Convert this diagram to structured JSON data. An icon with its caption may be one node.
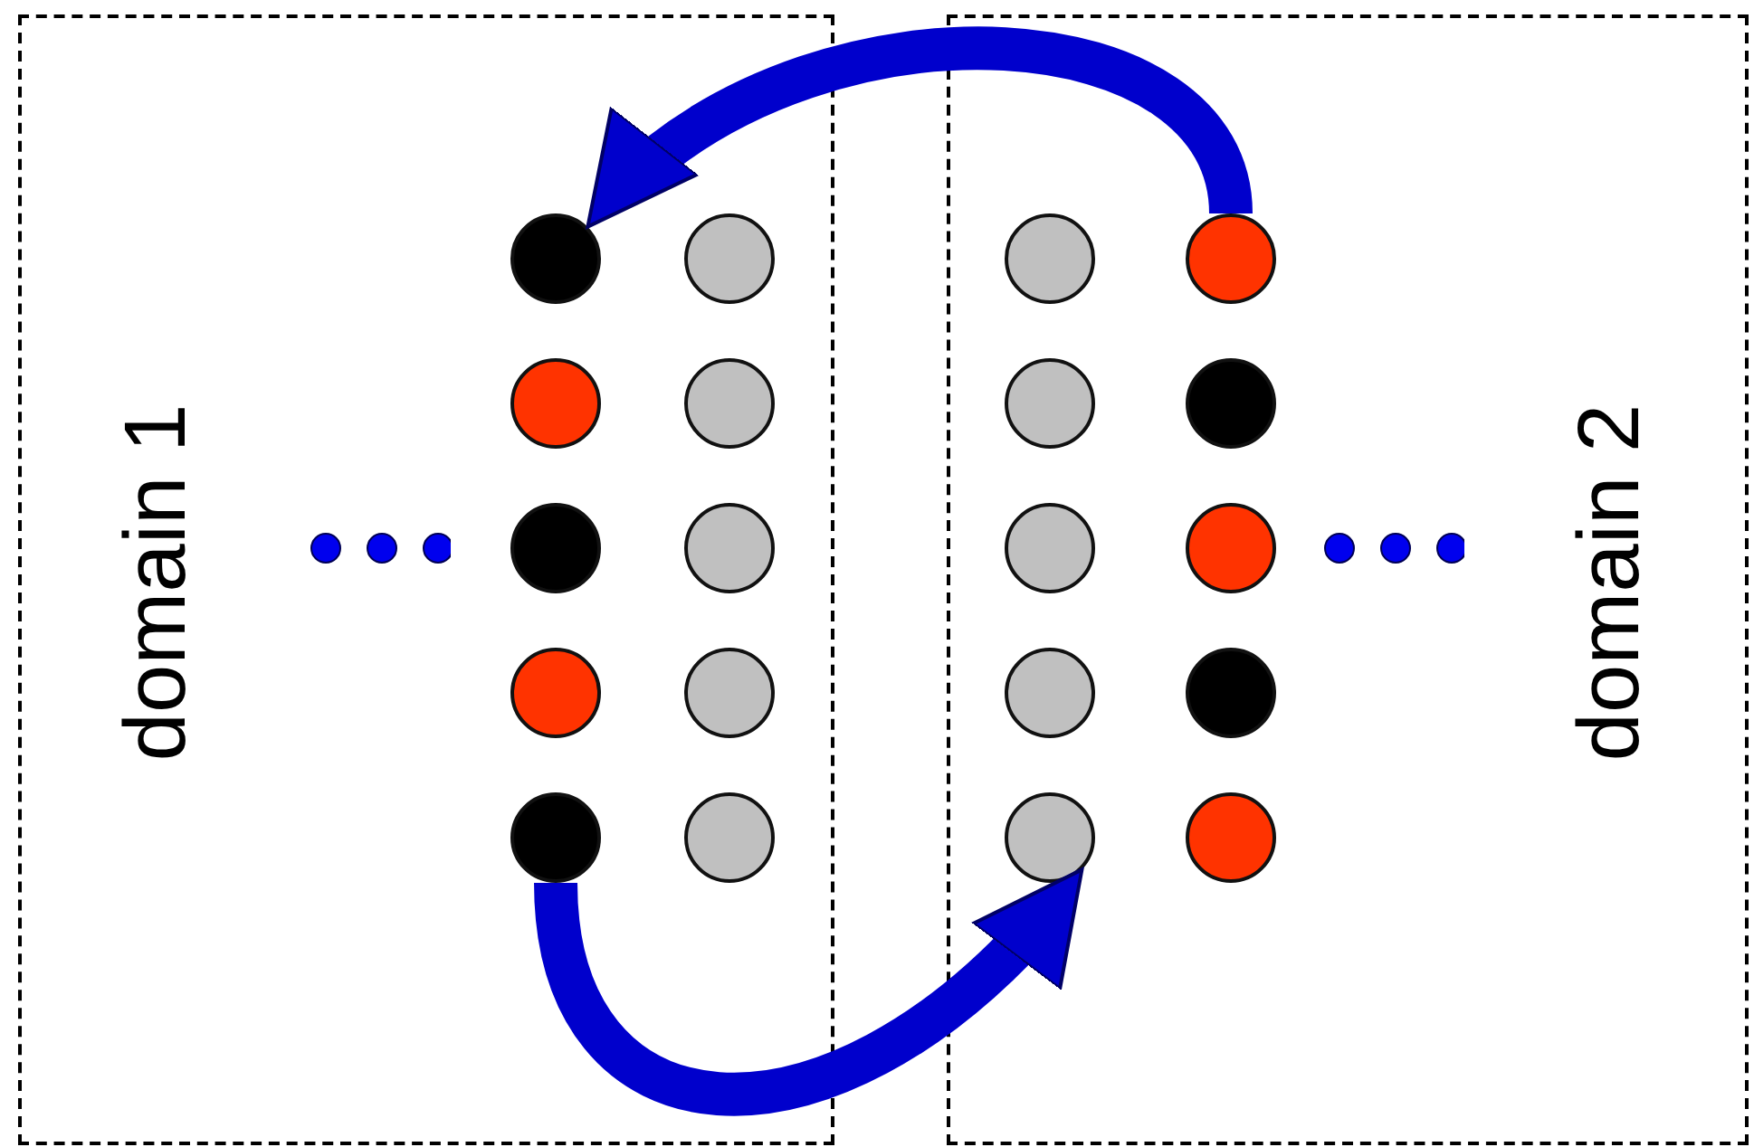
{
  "diagram": {
    "nodes": [
      {
        "text": [
          "domain 1"
        ]
      },
      {
        "text": [],
        "shape": "circle",
        "in": 0
      },
      {
        "text": [],
        "shape": "circle",
        "in": 0
      },
      {
        "text": [],
        "shape": "circle",
        "in": 0
      },
      {
        "text": [],
        "shape": "circle",
        "in": 0
      },
      {
        "text": [],
        "shape": "circle",
        "in": 0
      },
      {
        "text": [],
        "shape": "circle",
        "in": 0
      },
      {
        "text": [],
        "shape": "circle",
        "in": 0
      },
      {
        "text": [],
        "shape": "circle",
        "in": 0
      },
      {
        "text": [],
        "shape": "circle",
        "in": 0
      },
      {
        "text": [],
        "shape": "circle",
        "in": 0
      },
      {
        "text": [
          "domain 2"
        ]
      },
      {
        "text": [],
        "shape": "circle",
        "in": 11
      },
      {
        "text": [],
        "shape": "circle",
        "in": 11
      },
      {
        "text": [],
        "shape": "circle",
        "in": 11
      },
      {
        "text": [],
        "shape": "circle",
        "in": 11
      },
      {
        "text": [],
        "shape": "circle",
        "in": 11
      },
      {
        "text": [],
        "shape": "circle",
        "in": 11
      },
      {
        "text": [],
        "shape": "circle",
        "in": 11
      },
      {
        "text": [],
        "shape": "circle",
        "in": 11
      },
      {
        "text": [],
        "shape": "circle",
        "in": 11
      },
      {
        "text": [],
        "shape": "circle",
        "in": 11
      }
    ],
    "edges": [
      {
        "from": 17,
        "to": 1,
        "arrow": "to"
      },
      {
        "from": 5,
        "to": 16,
        "arrow": "to"
      }
    ]
  }
}
